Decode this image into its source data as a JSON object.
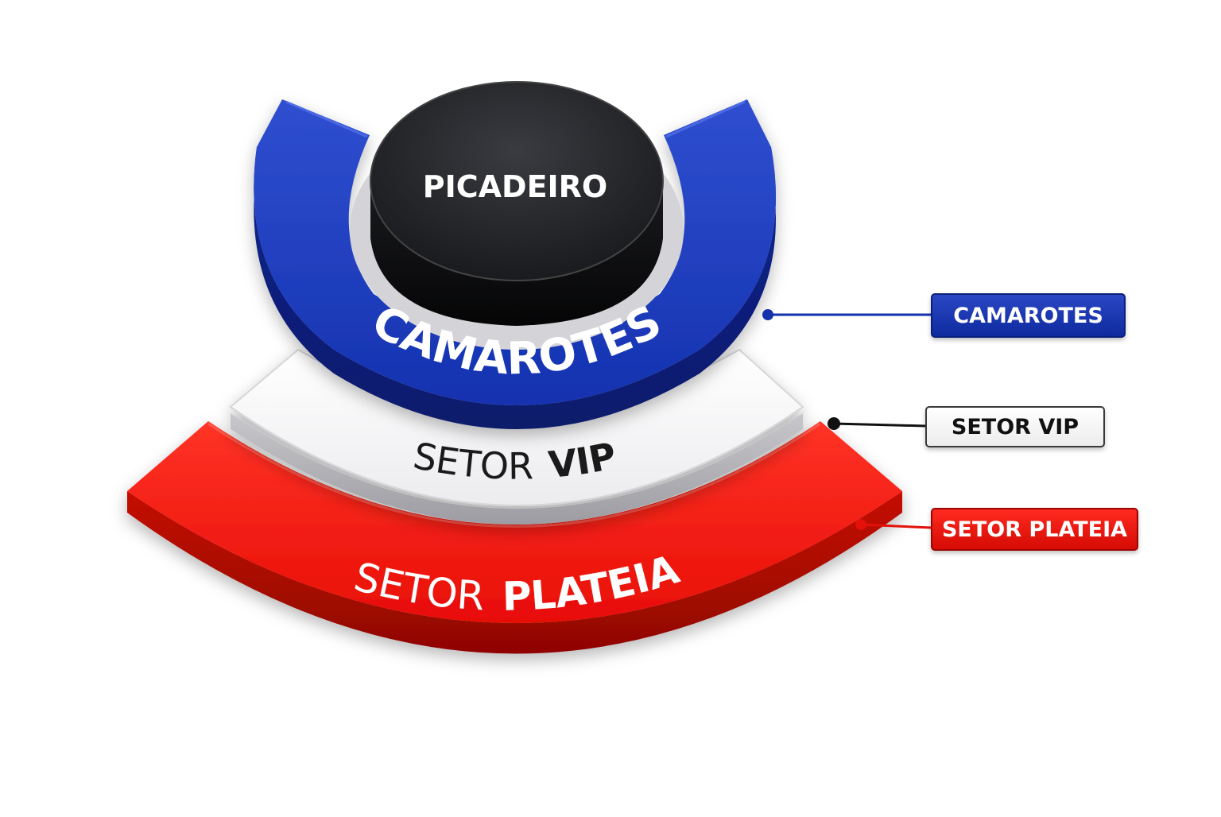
{
  "sectors": {
    "picadeiro": {
      "label": "PICADEIRO",
      "color": "#1b1c20",
      "text_color": "#ffffff"
    },
    "camarotes": {
      "label": "CAMAROTES",
      "color": "#1531ac",
      "text_color": "#ffffff"
    },
    "vip": {
      "label_light": "SETOR",
      "label_bold": "VIP",
      "color": "#f1f1f3",
      "text_color": "#1a1a1a"
    },
    "plateia": {
      "label_light": "SETOR",
      "label_bold": "PLATEIA",
      "color": "#f0120b",
      "text_color": "#ffffff"
    }
  },
  "callouts": {
    "camarotes": {
      "label": "CAMAROTES",
      "bg": "#1531ac",
      "text_color": "#ffffff",
      "line_color": "#1531ac"
    },
    "vip": {
      "label": "SETOR VIP",
      "bg": "#ffffff",
      "text_color": "#111111",
      "line_color": "#111111"
    },
    "plateia": {
      "label": "SETOR PLATEIA",
      "bg": "#f0120b",
      "text_color": "#ffffff",
      "line_color": "#e3110a"
    }
  }
}
